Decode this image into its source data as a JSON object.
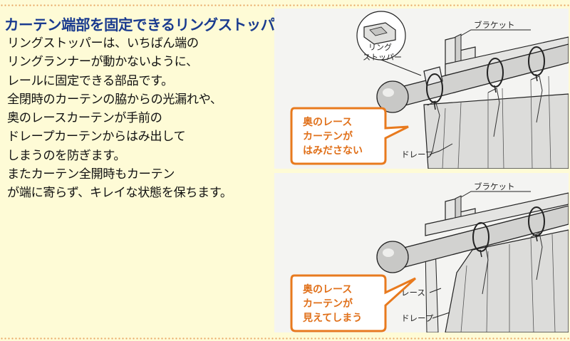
{
  "heading": "カーテン端部を固定できるリングストッパー",
  "body_lines": [
    "リングストッパーは、いちばん端の",
    "リングランナーが動かないように、",
    "レールに固定できる部品です。",
    "全閉時のカーテンの脇からの光漏れや、",
    "奥のレースカーテンが手前の",
    "ドレープカーテンからはみ出して",
    "しまうのを防ぎます。",
    "またカーテン全開時もカーテン",
    "が端に寄らず、キレイな状態を保ちます。"
  ],
  "top_diagram": {
    "ring_stopper_label_1": "リング",
    "ring_stopper_label_2": "ストッパー",
    "bracket_label": "ブラケット",
    "drape_label": "ドレープ",
    "callout_lines": [
      "奥のレース",
      "カーテンが",
      "はみださない"
    ]
  },
  "bottom_diagram": {
    "bracket_label": "ブラケット",
    "lace_label": "レース",
    "drape_label": "ドレープ",
    "callout_lines": [
      "奥のレース",
      "カーテンが",
      "見えてしまう"
    ]
  },
  "colors": {
    "background": "#fefbd6",
    "heading": "#1a3b8f",
    "callout_border": "#e87a1e",
    "callout_text": "#e0701a",
    "panel": "#f4f4f2"
  }
}
